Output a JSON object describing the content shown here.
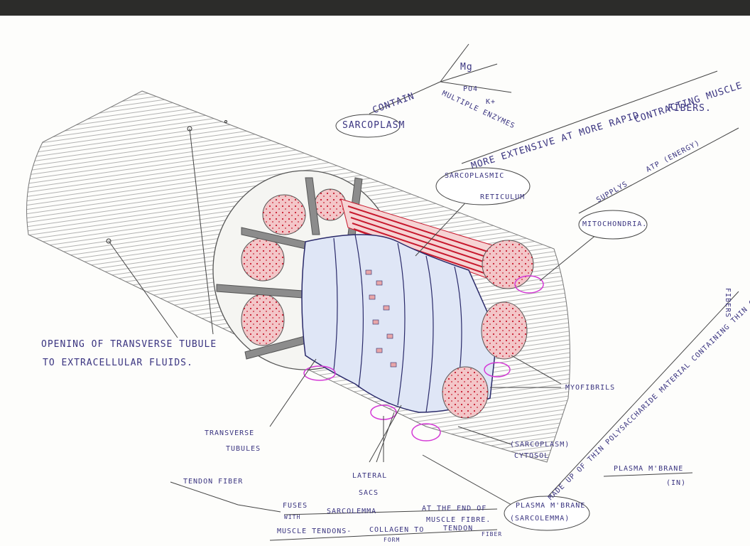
{
  "labels": {
    "contain": "CONTAIN",
    "mg": "Mg",
    "po4": "PO4",
    "k": "K+",
    "multiple_enzymes": "MULTIPLE ENZYMES",
    "sarcoplasm": "SARCOPLASM",
    "more_extensive": "MORE EXTENSIVE AT MORE RAPID",
    "contracting": "CONTRACTING MUSCLE",
    "fibers": "FIBERS.",
    "sr_1": "SARCOPLASMIC",
    "sr_2": "RETICULUM",
    "supplys": "SUPPLYS",
    "atp": "ATP (ENERGY)",
    "mitochondria": "MITOCHONDRIA.",
    "opening_1": "OPENING OF   TRANSVERSE TUBULE",
    "opening_2": "TO EXTRACELLULAR FLUIDS.",
    "myofibrils": "MYOFIBRILS",
    "made_of": "MADE UP OF THIN POLYSACCHARIDE MATERIAL CONTAINING THIN COLLAGEN",
    "made_of_2": "FIBERS",
    "t_tubules_1": "TRANSVERSE",
    "t_tubules_2": "TUBULES",
    "cytosol_1": "(SARCOPLASM)",
    "cytosol_2": "CYTOSOL",
    "lateral_1": "LATERAL",
    "lateral_2": "SACS",
    "pm_right_1": "PLASMA M'BRANE",
    "pm_right_2": "(IN)",
    "tendon_fiber": "TENDON FIBER",
    "fuses_1": "FUSES",
    "fuses_2": "WITH",
    "sarcolemma": "SARCOLEMMA",
    "end_1": "AT THE END OF",
    "end_2": "MUSCLE FIBRE.",
    "pm_cloud_1": "PLASMA M'BRANE",
    "pm_cloud_2": "(SARCOLEMMA)",
    "tendons": "MUSCLE TENDONS-",
    "collagen_to": "COLLAGEN TO",
    "form": "FORM",
    "tendon": "TENDON",
    "fibers_small": "FIBER"
  },
  "colors": {
    "ink": "#3a3480",
    "red": "#c8192e",
    "pink_fill": "#f3c6c8",
    "blue_fill": "#dfe6f6",
    "grey_dark": "#8c8c8c",
    "magenta": "#d43ad6"
  }
}
